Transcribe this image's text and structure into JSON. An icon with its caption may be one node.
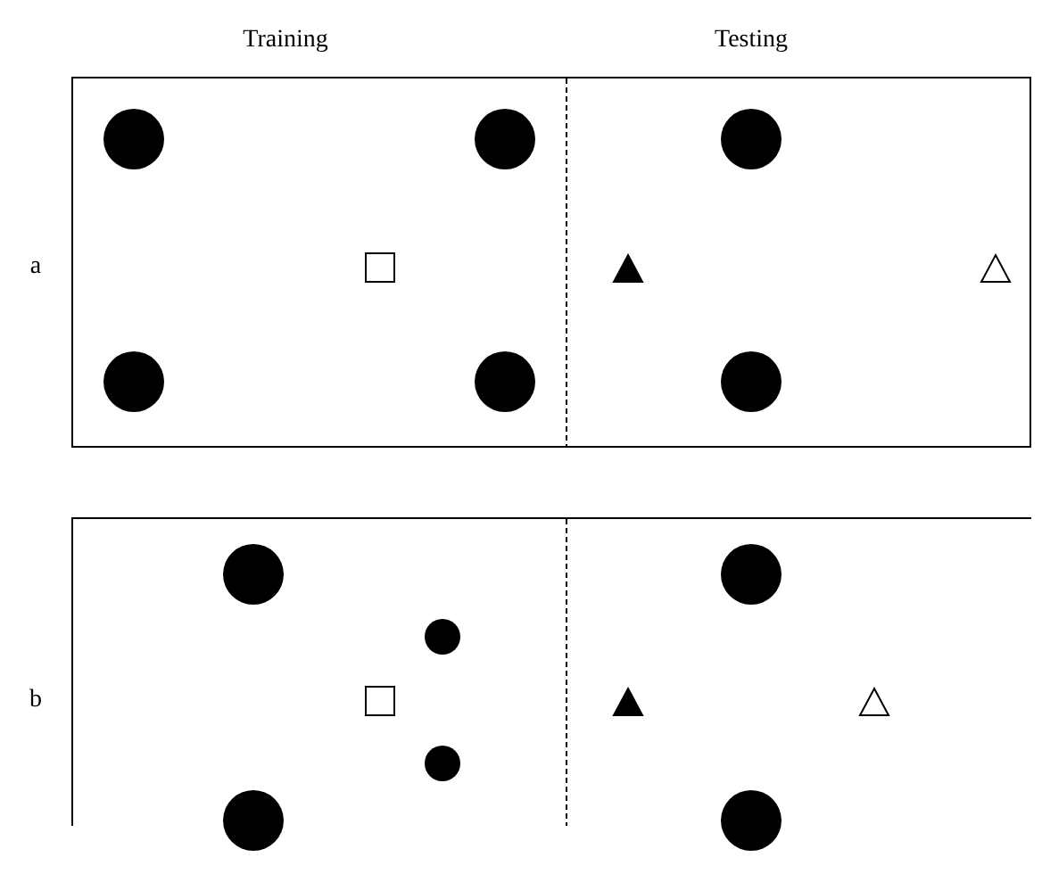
{
  "diagram": {
    "labels": [
      "Training",
      "Testing",
      "a",
      "b"
    ]
  }
}
